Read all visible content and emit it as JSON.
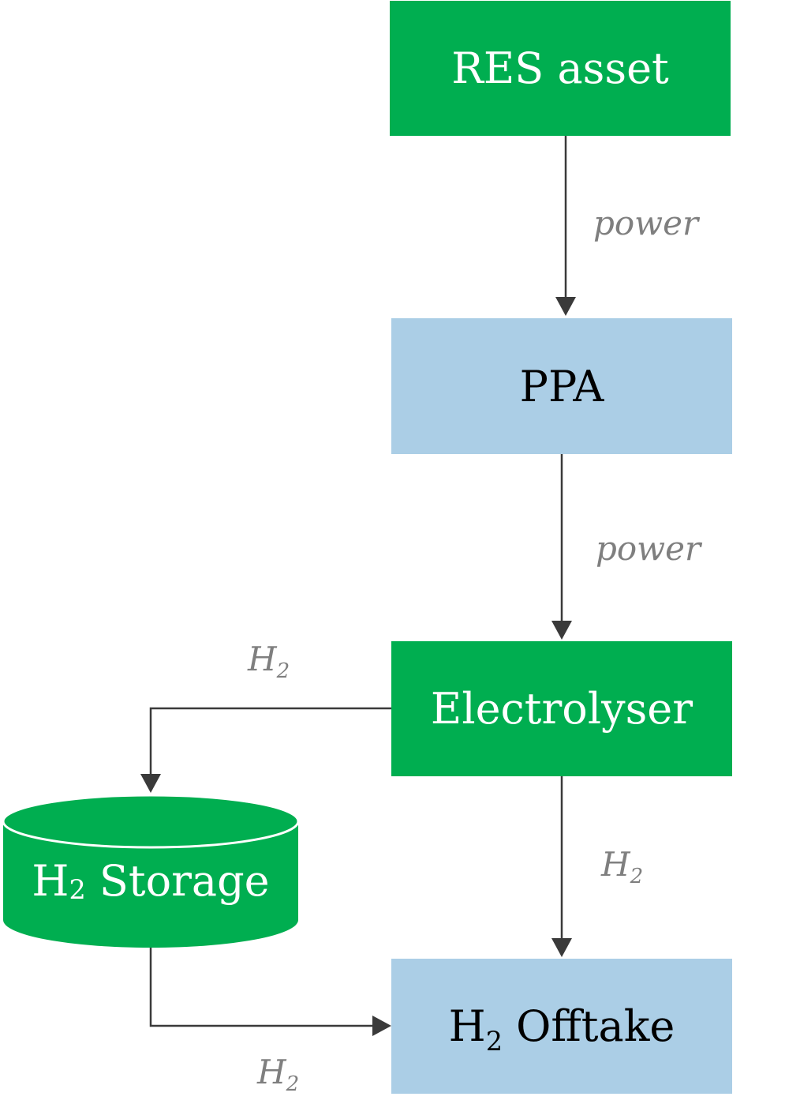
{
  "diagram": {
    "colors": {
      "primary_node": "#00ae50",
      "secondary_node": "#abcee6",
      "edge": "#3a3a3a",
      "edge_label": "#7f7f7f"
    },
    "nodes": {
      "res_asset": {
        "label": "RES asset",
        "style": "green-box"
      },
      "ppa": {
        "label": "PPA",
        "style": "blue-box"
      },
      "electrolyser": {
        "label": "Electrolyser",
        "style": "green-box"
      },
      "h2_storage": {
        "label_main": "H",
        "label_sub": "2",
        "label_rest": " Storage",
        "style": "green-cylinder"
      },
      "h2_offtake": {
        "label_main": "H",
        "label_sub": "2",
        "label_rest": " Offtake",
        "style": "blue-box"
      }
    },
    "edges": [
      {
        "from": "RES asset",
        "to": "PPA",
        "label": "power"
      },
      {
        "from": "PPA",
        "to": "Electrolyser",
        "label": "power"
      },
      {
        "from": "Electrolyser",
        "to": "H2 Storage",
        "label_main": "H",
        "label_sub": "2"
      },
      {
        "from": "Electrolyser",
        "to": "H2 Offtake",
        "label_main": "H",
        "label_sub": "2"
      },
      {
        "from": "H2 Storage",
        "to": "H2 Offtake",
        "label_main": "H",
        "label_sub": "2"
      }
    ]
  }
}
